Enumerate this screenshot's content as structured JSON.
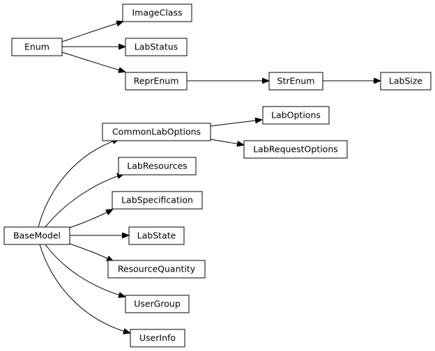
{
  "diagram": {
    "type": "inheritance-graph",
    "nodes": {
      "enum": "Enum",
      "image_class": "ImageClass",
      "lab_status": "LabStatus",
      "repr_enum": "ReprEnum",
      "str_enum": "StrEnum",
      "lab_size": "LabSize",
      "base_model": "BaseModel",
      "common_lab_options": "CommonLabOptions",
      "lab_options": "LabOptions",
      "lab_request_options": "LabRequestOptions",
      "lab_resources": "LabResources",
      "lab_specification": "LabSpecification",
      "lab_state": "LabState",
      "resource_quantity": "ResourceQuantity",
      "user_group": "UserGroup",
      "user_info": "UserInfo"
    },
    "edges": [
      {
        "from": "Enum",
        "to": "ImageClass"
      },
      {
        "from": "Enum",
        "to": "LabStatus"
      },
      {
        "from": "Enum",
        "to": "ReprEnum"
      },
      {
        "from": "ReprEnum",
        "to": "StrEnum"
      },
      {
        "from": "StrEnum",
        "to": "LabSize"
      },
      {
        "from": "BaseModel",
        "to": "CommonLabOptions"
      },
      {
        "from": "CommonLabOptions",
        "to": "LabOptions"
      },
      {
        "from": "CommonLabOptions",
        "to": "LabRequestOptions"
      },
      {
        "from": "BaseModel",
        "to": "LabResources"
      },
      {
        "from": "BaseModel",
        "to": "LabSpecification"
      },
      {
        "from": "BaseModel",
        "to": "LabState"
      },
      {
        "from": "BaseModel",
        "to": "ResourceQuantity"
      },
      {
        "from": "BaseModel",
        "to": "UserGroup"
      },
      {
        "from": "BaseModel",
        "to": "UserInfo"
      }
    ]
  }
}
